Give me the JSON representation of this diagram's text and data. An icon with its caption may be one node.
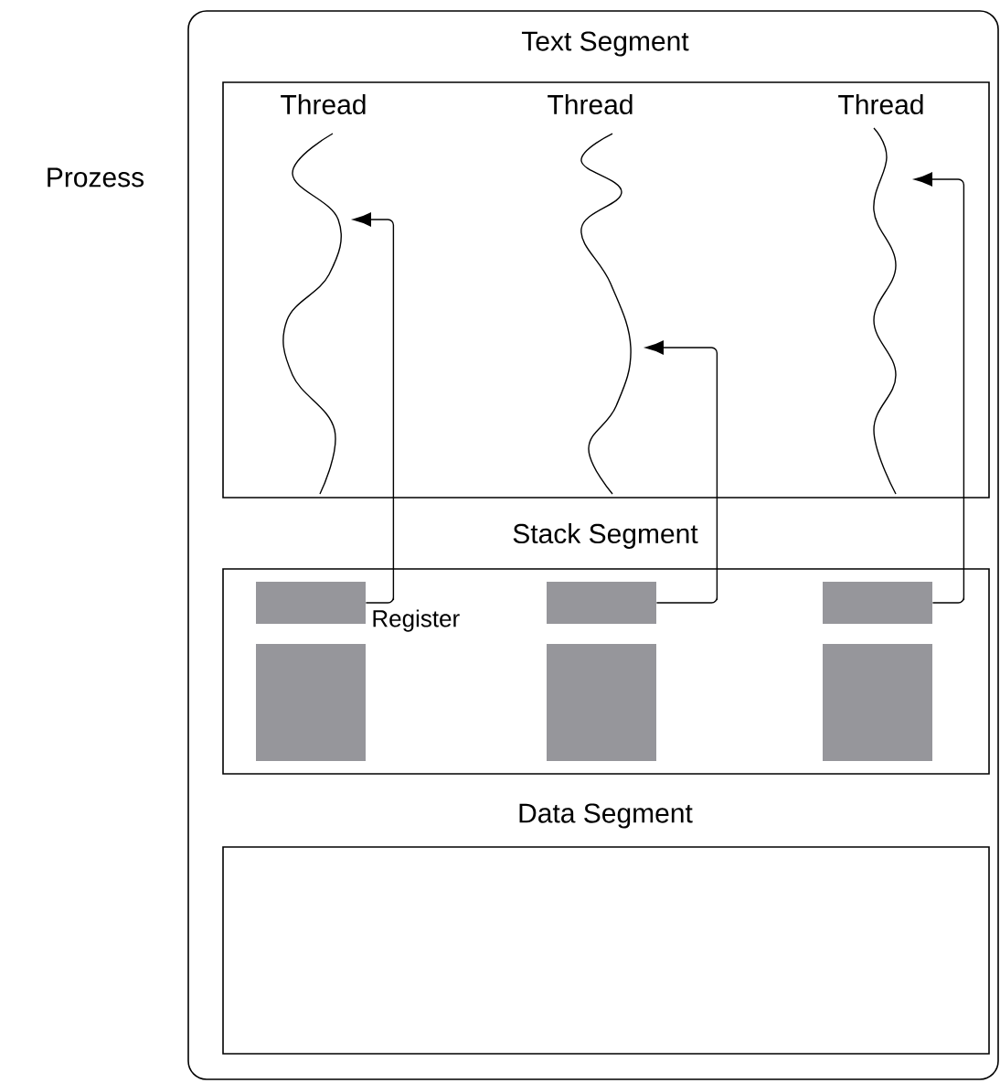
{
  "diagram": {
    "nodes": [
      {
        "text": [
          "Prozess"
        ]
      },
      {
        "text": [
          "Text Segment"
        ],
        "in": 0
      },
      {
        "text": [
          "Thread"
        ],
        "in": 1
      },
      {
        "text": [
          "Thread"
        ],
        "in": 1
      },
      {
        "text": [
          "Thread"
        ],
        "in": 1
      },
      {
        "text": [
          "Stack Segment"
        ],
        "in": 0
      },
      {
        "text": [],
        "shape": "box",
        "in": 5,
        "beside": [
          "Register"
        ]
      },
      {
        "text": [],
        "shape": "box",
        "in": 5
      },
      {
        "text": [],
        "shape": "box",
        "in": 5
      },
      {
        "text": [],
        "shape": "box",
        "in": 5
      },
      {
        "text": [],
        "shape": "box",
        "in": 5
      },
      {
        "text": [],
        "shape": "box",
        "in": 5
      },
      {
        "text": [
          "Data Segment"
        ],
        "in": 0
      }
    ],
    "edges": [
      {
        "from": 6,
        "to": 2,
        "arrow": "to"
      },
      {
        "from": 7,
        "to": 3,
        "arrow": "to"
      },
      {
        "from": 8,
        "to": 4,
        "arrow": "to"
      }
    ]
  }
}
